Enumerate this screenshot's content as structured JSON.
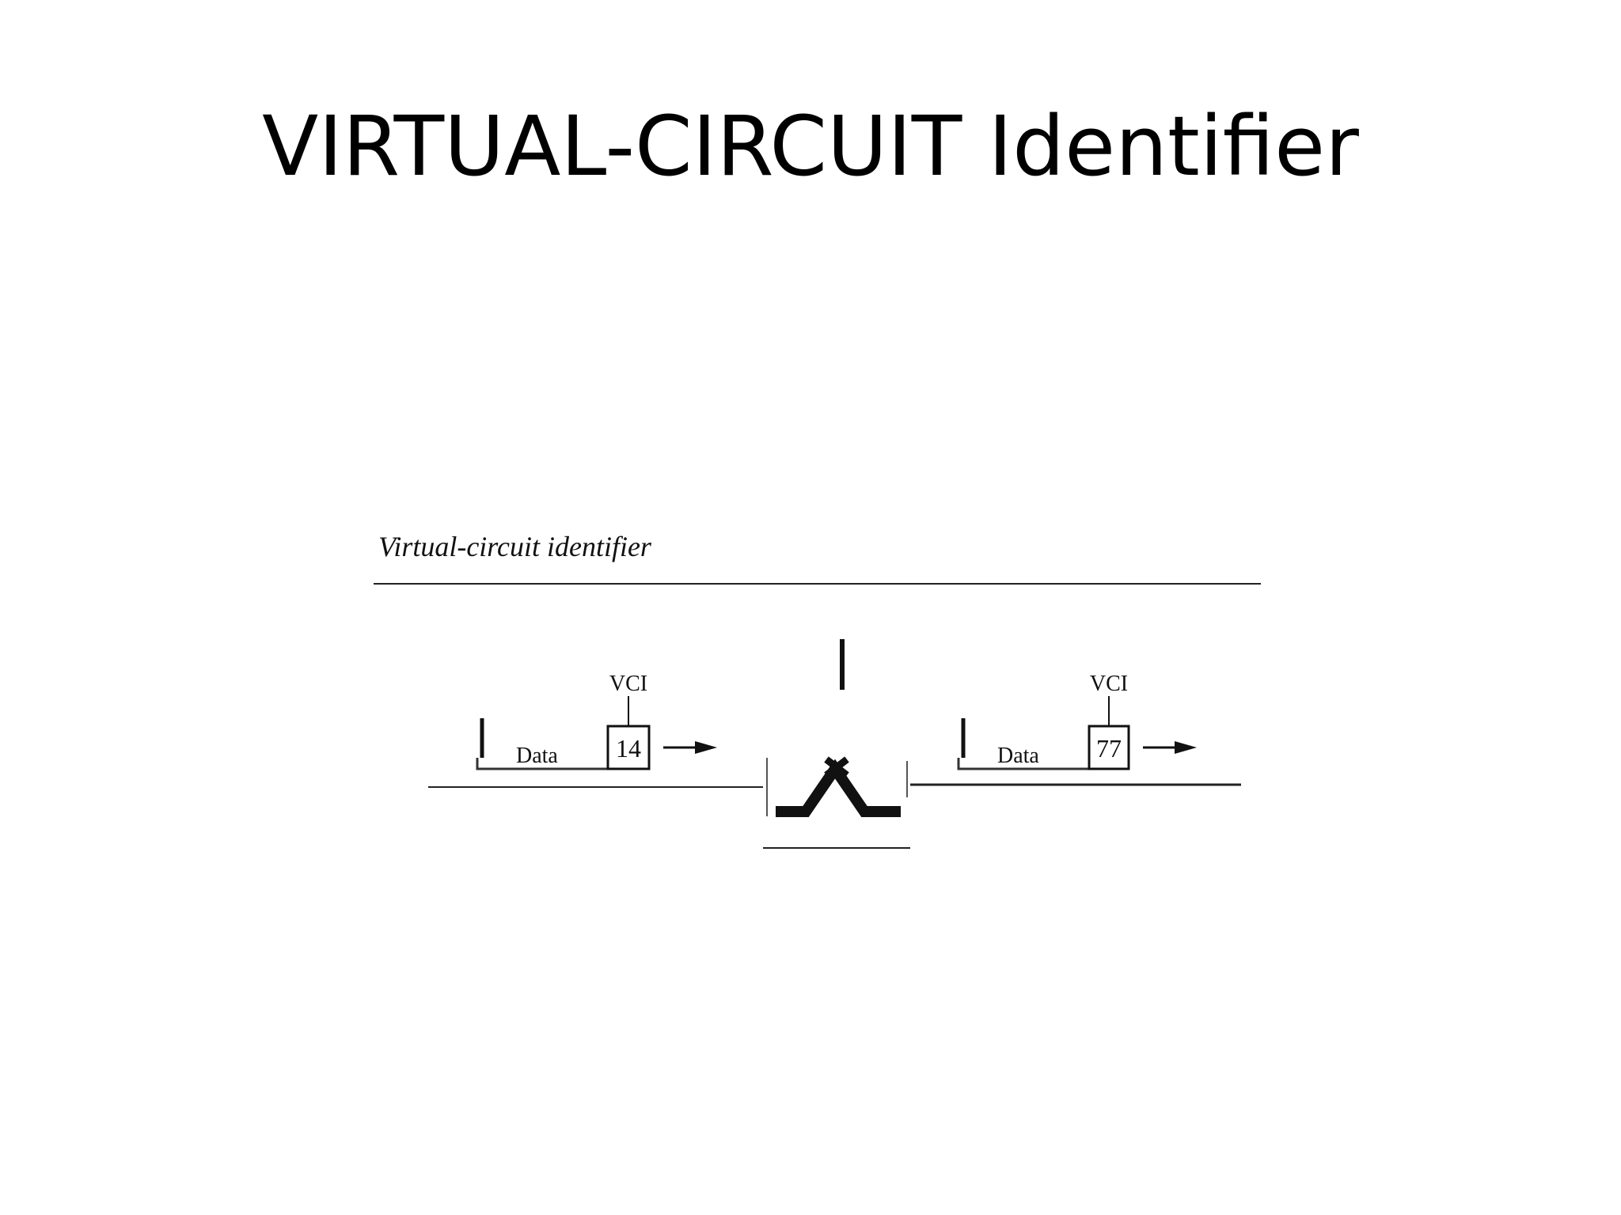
{
  "slide": {
    "title": "VIRTUAL-CIRCUIT Identifier"
  },
  "figure": {
    "caption": "Virtual-circuit identifier",
    "left_frame": {
      "vci_label": "VCI",
      "data_label": "Data",
      "vci_value": "14"
    },
    "right_frame": {
      "vci_label": "VCI",
      "data_label": "Data",
      "vci_value": "77"
    },
    "icons": {
      "switch": "switch-icon",
      "arrow": "arrow-right-icon"
    }
  }
}
